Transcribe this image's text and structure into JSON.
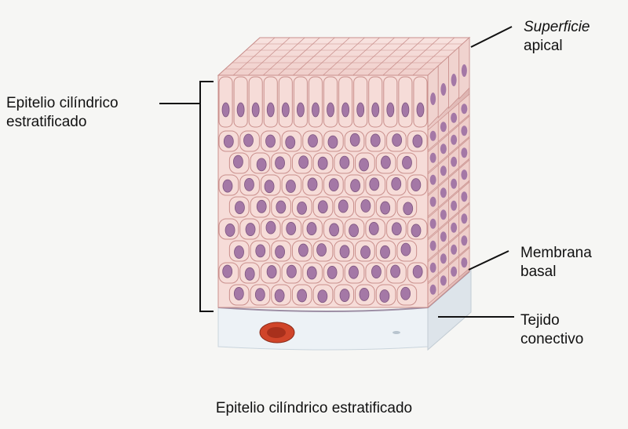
{
  "labels": {
    "left": [
      "Epitelio cilíndrico",
      "estratificado"
    ],
    "apical": [
      "Superficie",
      "apical"
    ],
    "membrane": [
      "Membrana",
      "basal"
    ],
    "tissue": [
      "Tejido",
      "conectivo"
    ]
  },
  "caption": "Epitelio cilíndrico estratificado",
  "colors": {
    "cell_fill": "#f6dcd8",
    "cell_outline": "#c98f8c",
    "nucleus": "#a478a6",
    "side_face": "#e8c3c0",
    "connective": "#eef3f7",
    "rbc": "#c53a1f"
  }
}
